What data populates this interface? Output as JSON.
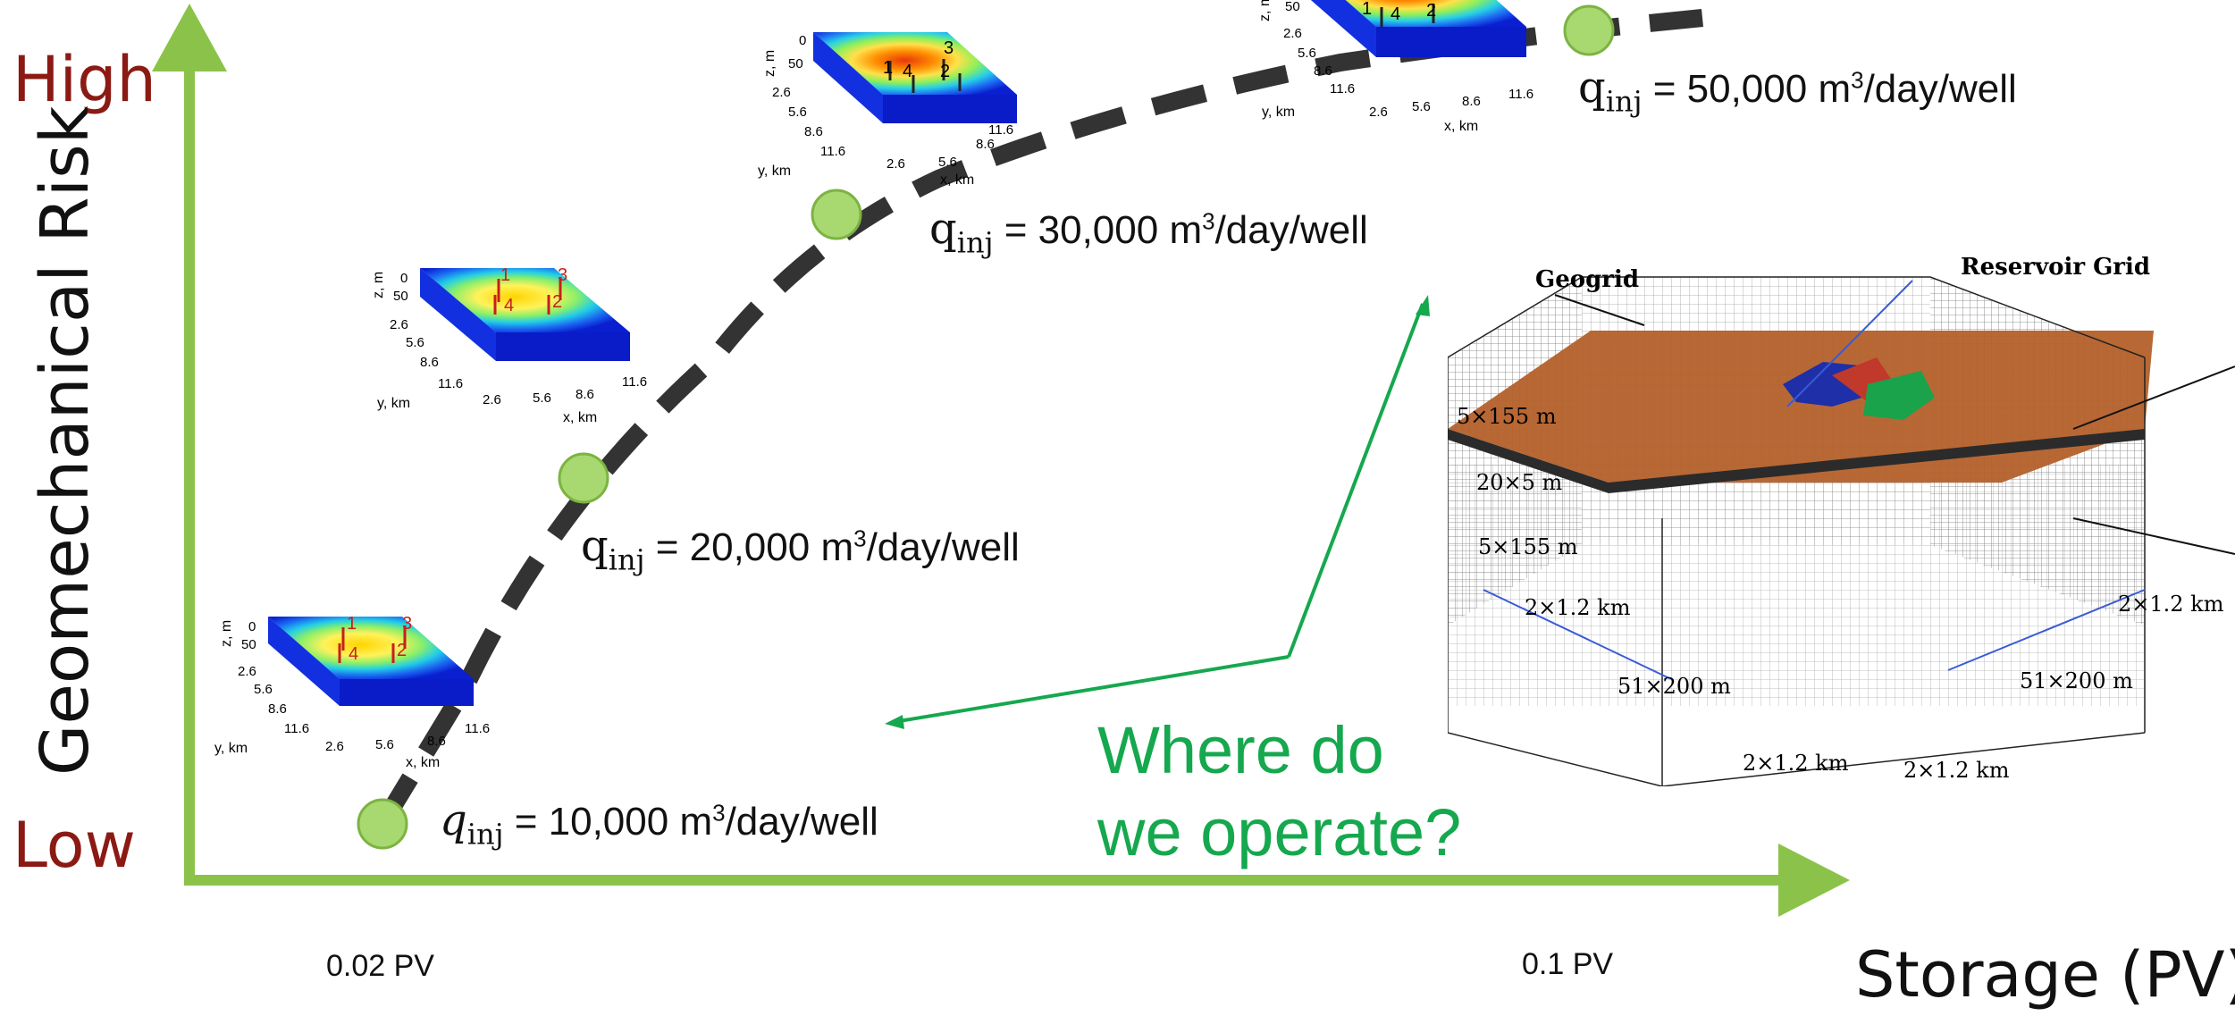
{
  "axes": {
    "y_label": "Geomechanical Risk",
    "y_high": "High",
    "y_low": "Low",
    "x_label": "Storage (PV)",
    "x_ticks": [
      "0.02 PV",
      "0.1 PV"
    ]
  },
  "rates": [
    {
      "q": "q",
      "sub": "inj",
      "value": " = 10,000 m",
      "sup": "3",
      "unit": "/day/well"
    },
    {
      "q": "q",
      "sub": "inj",
      "value": " = 20,000 m",
      "sup": "3",
      "unit": "/day/well"
    },
    {
      "q": "q",
      "sub": "inj",
      "value": " = 30,000 m",
      "sup": "3",
      "unit": "/day/well"
    },
    {
      "q": "q",
      "sub": "inj",
      "value": " = 50,000 m",
      "sup": "3",
      "unit": "/day/well"
    }
  ],
  "question": {
    "line1": "Where do",
    "line2": "we operate?"
  },
  "heatmap_labels": {
    "z_axis": "z, m",
    "y_axis": "y, km",
    "x_axis": "x, km",
    "z_ticks": [
      "0",
      "50"
    ],
    "y_ticks": [
      "2.6",
      "5.6",
      "8.6",
      "11.6"
    ],
    "x_ticks": [
      "2.6",
      "5.6",
      "8.6",
      "11.6"
    ],
    "wells": [
      "1",
      "4",
      "2",
      "3"
    ]
  },
  "grid_model": {
    "geogrid": "Geogrid",
    "reservoir_grid": "Reservoir Grid",
    "dims_left": [
      "5×155 m",
      "20×5 m",
      "5×155 m",
      "2×1.2 km"
    ],
    "dim_front_left": "51×200 m",
    "dim_front_right": "51×200 m",
    "dim_bottom_left": "2×1.2 km",
    "dim_bottom_right": "2×1.2 km",
    "dim_right": "2×1.2 km"
  },
  "colors": {
    "axis": "#8bc34a",
    "low_high": "#8b1a14",
    "question": "#15a84e",
    "trend": "#333333",
    "reservoir": "#b4602a",
    "seal": "#2b2b2b"
  }
}
